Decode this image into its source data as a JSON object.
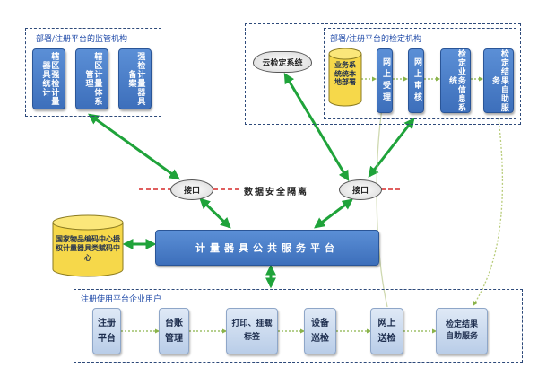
{
  "supervision": {
    "title": "部署/注册平台的监管机构",
    "items": [
      "辖区强检计量器具统计",
      "辖区计量体系管理",
      "强检计量器具备案"
    ]
  },
  "verification": {
    "title": "部署/注册平台的检定机构",
    "cloud_label": "云检定系统",
    "db_label": "业务系统统本地部署",
    "items": [
      "网上受理",
      "网上审核",
      "检定业务信息系统",
      "检定结果自助服务"
    ]
  },
  "interface_left": "接口",
  "interface_right": "接口",
  "security_label": "数据安全隔离",
  "center_platform": "计量器具公共服务平台",
  "left_db": "国家物品编码中心授权计量器具类赋码中心",
  "enterprise": {
    "title": "注册使用平台企业用户",
    "steps": [
      "注册平台",
      "台账管理",
      "打印、挂载标签",
      "设备巡检",
      "网上送检",
      "检定结果自助服务"
    ]
  },
  "colors": {
    "blue_box": "#4a7fc9",
    "green_arrow": "#1fa33a",
    "dashed_red": "#d62a2a",
    "yellow_db": "#f6d84a",
    "frame": "#2e4a7a"
  }
}
